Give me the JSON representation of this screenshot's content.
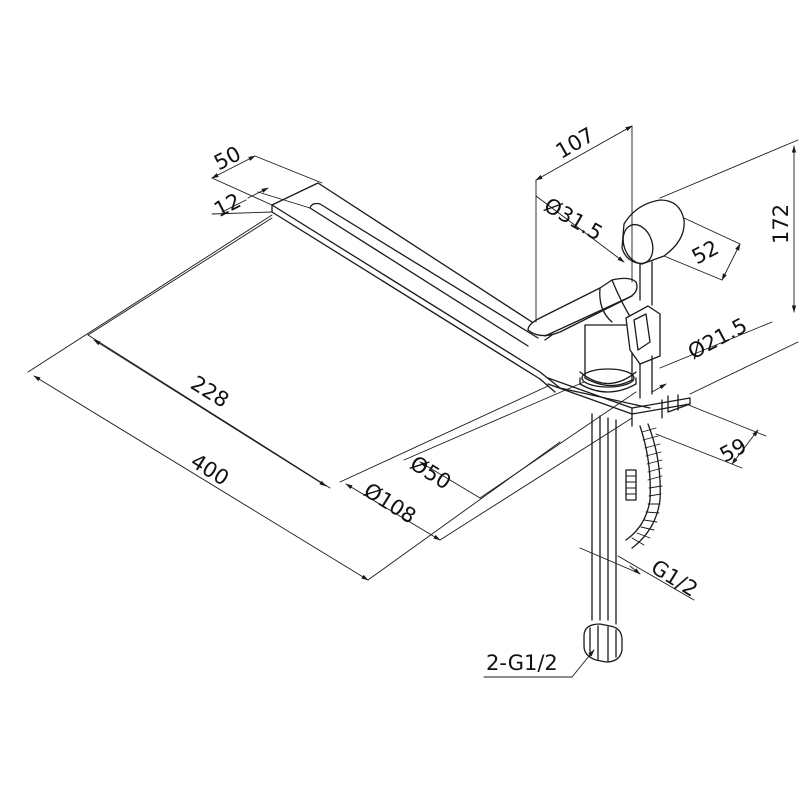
{
  "dimensions": {
    "d50": "50",
    "d12": "12",
    "d228": "228",
    "d400": "400",
    "d107": "107",
    "d172": "172",
    "d31_5": "Ø31.5",
    "d52": "52",
    "d21_5": "Ø21.5",
    "d59": "59",
    "d50dia": "Ø50",
    "d108": "Ø108",
    "g12": "G1/2",
    "g12x2": "2-G1/2"
  },
  "colors": {
    "line": "#1a1a1a",
    "background": "#ffffff"
  }
}
